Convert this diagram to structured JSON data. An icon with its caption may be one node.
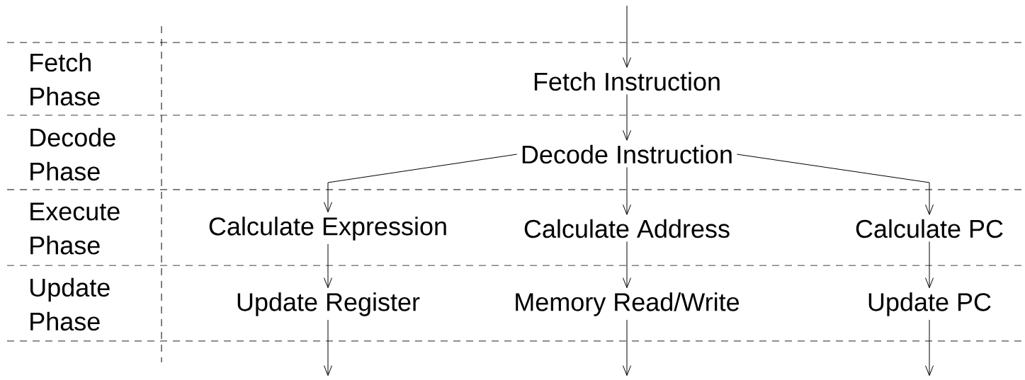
{
  "diagram": {
    "nodes": [
      {
        "text": [
          "Fetch Instruction"
        ]
      },
      {
        "text": [
          "Decode Instruction"
        ]
      },
      {
        "text": [
          "Calculate Expression"
        ]
      },
      {
        "text": [
          "Calculate Address"
        ]
      },
      {
        "text": [
          "Calculate PC"
        ]
      },
      {
        "text": [
          "Update Register"
        ]
      },
      {
        "text": [
          "Memory Read/Write"
        ]
      },
      {
        "text": [
          "Update PC"
        ]
      }
    ],
    "edges": [
      {
        "from": null,
        "to": 0,
        "arrow": "to"
      },
      {
        "from": 0,
        "to": 1,
        "arrow": "to"
      },
      {
        "from": 1,
        "to": 2,
        "arrow": "to"
      },
      {
        "from": 1,
        "to": 3,
        "arrow": "to"
      },
      {
        "from": 1,
        "to": 4,
        "arrow": "to"
      },
      {
        "from": 2,
        "to": 5,
        "arrow": "to"
      },
      {
        "from": 3,
        "to": 6,
        "arrow": "to"
      },
      {
        "from": 4,
        "to": 7,
        "arrow": "to"
      },
      {
        "from": 5,
        "to": null,
        "arrow": "to"
      },
      {
        "from": 6,
        "to": null,
        "arrow": "to"
      },
      {
        "from": 7,
        "to": null,
        "arrow": "to"
      }
    ],
    "labels": [
      "Fetch Phase",
      "Decode Phase",
      "Execute Phase",
      "Update Phase"
    ]
  }
}
